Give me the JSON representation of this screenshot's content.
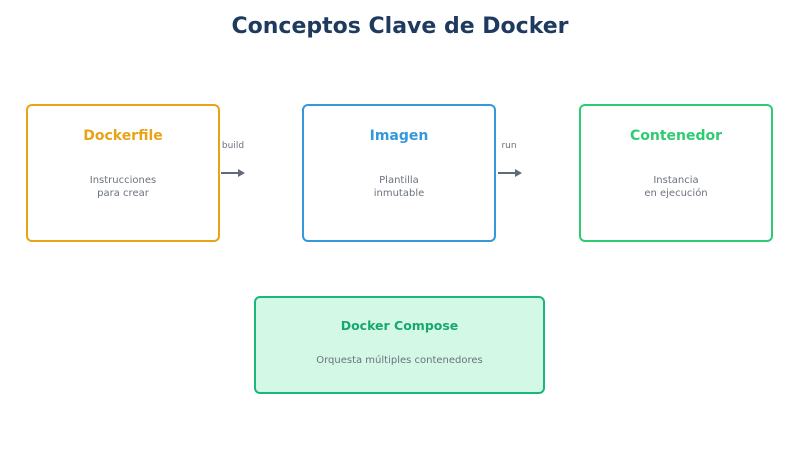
{
  "title": "Conceptos Clave de Docker",
  "colors": {
    "title": "#1f3a5f",
    "dockerfile": "#e8a317",
    "imagen": "#3498db",
    "contenedor": "#2ecc71",
    "compose_border": "#1ab67a",
    "compose_fill": "#d3f8e5",
    "arrow": "#5f6b7c"
  },
  "nodes": {
    "dockerfile": {
      "title": "Dockerfile",
      "desc_line1": "Instrucciones",
      "desc_line2": "para crear"
    },
    "imagen": {
      "title": "Imagen",
      "desc_line1": "Plantilla",
      "desc_line2": "inmutable"
    },
    "contenedor": {
      "title": "Contenedor",
      "desc_line1": "Instancia",
      "desc_line2": "en ejecución"
    },
    "compose": {
      "title": "Docker Compose",
      "desc": "Orquesta múltiples contenedores"
    }
  },
  "edges": {
    "build": {
      "label": "build"
    },
    "run": {
      "label": "run"
    }
  }
}
